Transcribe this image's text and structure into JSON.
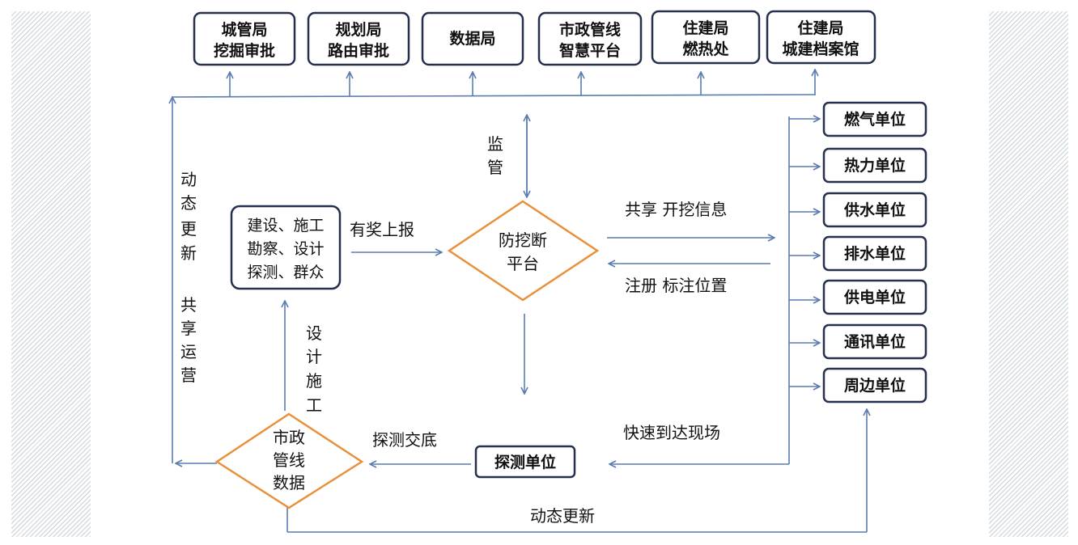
{
  "top_boxes": [
    [
      "城管局",
      "挖掘审批"
    ],
    [
      "规划局",
      "路由审批"
    ],
    [
      "数据局"
    ],
    [
      "市政管线",
      "智慧平台"
    ],
    [
      "住建局",
      "燃热处"
    ],
    [
      "住建局",
      "城建档案馆"
    ]
  ],
  "right_boxes": [
    "燃气单位",
    "热力单位",
    "供水单位",
    "排水单位",
    "供电单位",
    "通讯单位",
    "周边单位"
  ],
  "source_box": [
    "建设、施工",
    "勘察、设计",
    "探测、群众"
  ],
  "center_diamond": [
    "防挖断",
    "平台"
  ],
  "data_diamond": [
    "市政",
    "管线",
    "数据"
  ],
  "probe_box": "探测单位",
  "labels": {
    "report": "有奖上报",
    "share_info": "共享 开挖信息",
    "register": "注册 标注位置",
    "supervise": [
      "监",
      "管"
    ],
    "update_share": [
      "动",
      "态",
      "更",
      "新",
      "",
      "共",
      "享",
      "运",
      "营"
    ],
    "design_construct": [
      "设",
      "计",
      "施",
      "工"
    ],
    "probe_handover": "探测交底",
    "arrive_fast": "快速到达现场",
    "dynamic_update": "动态更新"
  },
  "colors": {
    "line": "#5a7bb0",
    "diamond": "#e8913a",
    "box_border": "#24304d"
  }
}
